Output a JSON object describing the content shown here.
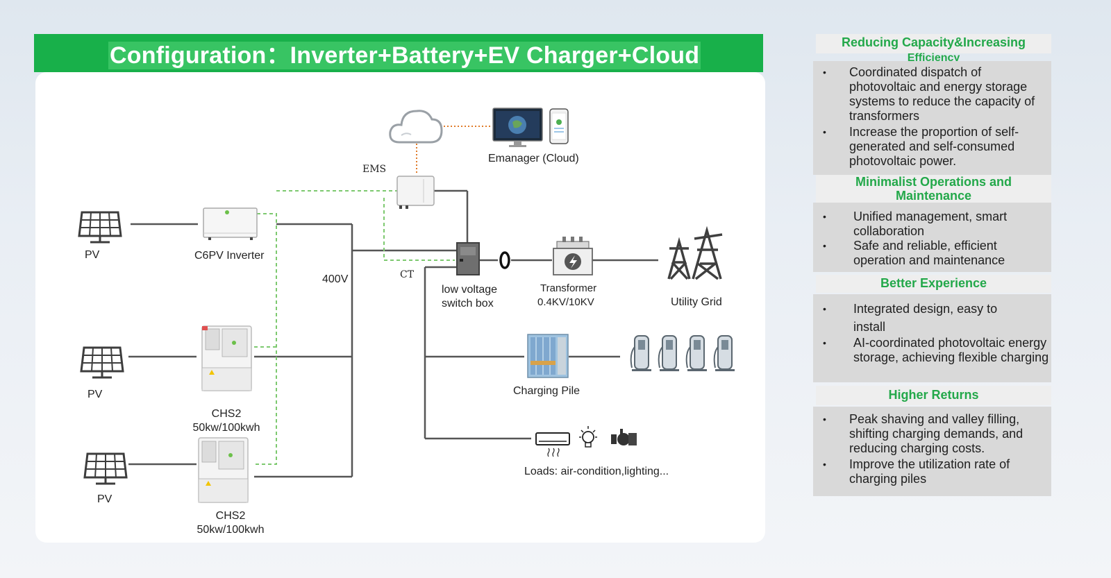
{
  "title": "Configuration：Inverter+Battery+EV Charger+Cloud",
  "diagram": {
    "cloud_label": "Emanager (Cloud)",
    "ems_label": "EMS",
    "pv_1": "PV",
    "pv_2": "PV",
    "pv_3": "PV",
    "inverter_label": "C6PV Inverter",
    "chs_1_name": "CHS2",
    "chs_1_spec": "50kw/100kwh",
    "chs_2_name": "CHS2",
    "chs_2_spec": "50kw/100kwh",
    "bus_voltage": "400V",
    "ct_label": "CT",
    "switch_box_line1": "low voltage",
    "switch_box_line2": "switch box",
    "transformer_line1": "Transformer",
    "transformer_line2": "0.4KV/10KV",
    "grid_label": "Utility Grid",
    "charging_pile_label": "Charging Pile",
    "loads_label": "Loads: air-condition,lighting..."
  },
  "benefits": [
    {
      "heading_line1": "Reducing Capacity&Increasing",
      "heading_line2": "Efficiency",
      "points": [
        "Coordinated dispatch of photovoltaic and energy storage systems to reduce the capacity of transformers",
        "Increase the proportion of self-generated and self-consumed photovoltaic power."
      ]
    },
    {
      "heading_line1": "Minimalist Operations and",
      "heading_line2": "Maintenance",
      "points": [
        "Unified management, smart collaboration",
        "Safe and reliable, efficient operation and maintenance"
      ]
    },
    {
      "heading_line1": "Better Experience",
      "points": [
        "Integrated design, easy to install",
        "AI-coordinated photovoltaic energy storage, achieving flexible charging"
      ]
    },
    {
      "heading_line1": "Higher Returns",
      "points": [
        "Peak shaving and valley filling, shifting charging demands, and reducing charging costs.",
        "Improve the utilization rate of charging piles"
      ]
    }
  ],
  "colors": {
    "title_bar": "#18b04a",
    "title_highlight": "#38c463",
    "heading_text": "#23a84a",
    "power_line": "#555555",
    "comm_line": "#7dc96f",
    "cloud_link": "#e07a28"
  }
}
